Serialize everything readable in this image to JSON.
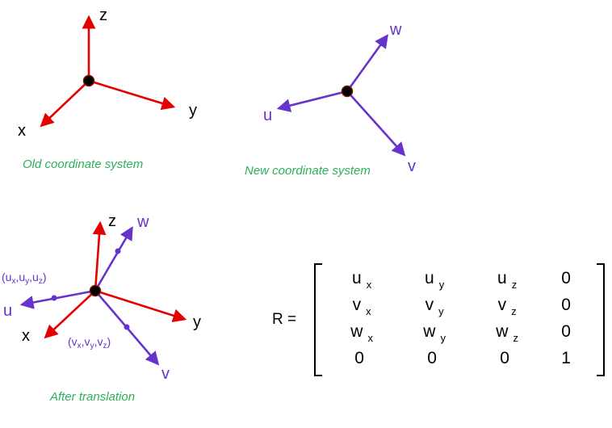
{
  "colors": {
    "old_axes": "#e50000",
    "new_axes": "#6633cc",
    "captions": "#2db05a",
    "matrix_text": "#000000"
  },
  "old_system": {
    "x": "x",
    "y": "y",
    "z": "z",
    "caption": "Old coordinate system"
  },
  "new_system": {
    "u": "u",
    "v": "v",
    "w": "w",
    "caption": "New coordinate system"
  },
  "translated": {
    "x": "x",
    "y": "y",
    "z": "z",
    "u": "u",
    "v": "v",
    "w": "w",
    "caption": "After translation",
    "u_label": {
      "p1": "(u",
      "s1": "x",
      "p2": ",u",
      "s2": "y",
      "p3": ",u",
      "s3": "z",
      "p4": ")"
    },
    "v_label": {
      "p1": "(v",
      "s1": "x",
      "p2": ",v",
      "s2": "y",
      "p3": ",v",
      "s3": "z",
      "p4": ")"
    }
  },
  "matrix": {
    "lhs": "R =",
    "rows": [
      [
        {
          "b": "u",
          "s": "x"
        },
        {
          "b": "u",
          "s": "y"
        },
        {
          "b": "u",
          "s": "z"
        },
        {
          "b": "0",
          "s": ""
        }
      ],
      [
        {
          "b": "v",
          "s": "x"
        },
        {
          "b": "v",
          "s": "y"
        },
        {
          "b": "v",
          "s": "z"
        },
        {
          "b": "0",
          "s": ""
        }
      ],
      [
        {
          "b": "w",
          "s": "x"
        },
        {
          "b": "w",
          "s": "y"
        },
        {
          "b": "w",
          "s": "z"
        },
        {
          "b": "0",
          "s": ""
        }
      ],
      [
        {
          "b": "0",
          "s": ""
        },
        {
          "b": "0",
          "s": ""
        },
        {
          "b": "0",
          "s": ""
        },
        {
          "b": "1",
          "s": ""
        }
      ]
    ]
  }
}
